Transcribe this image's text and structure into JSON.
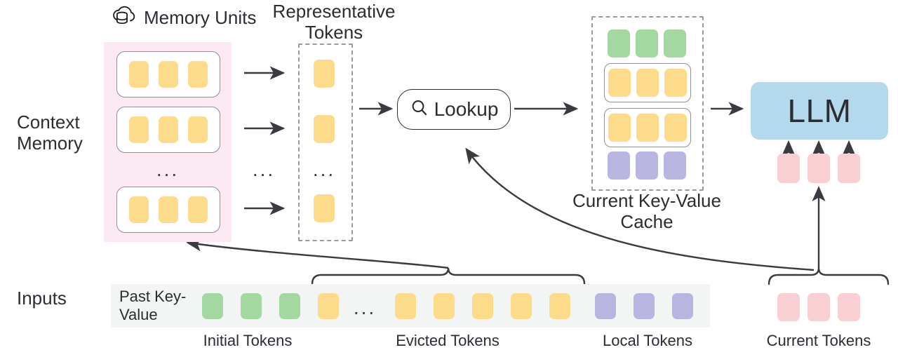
{
  "diagram": {
    "title_icons": {
      "memory_units_icon": "cloud-database-icon"
    },
    "row_labels": {
      "context_memory": "Context\nMemory",
      "inputs": "Inputs"
    },
    "headers": {
      "memory_units": "Memory Units",
      "representative_tokens": "Representative\nTokens",
      "current_kv_cache": "Current Key-Value\nCache"
    },
    "lookup": {
      "label": "Lookup",
      "icon": "search-icon"
    },
    "llm": {
      "label": "LLM"
    },
    "input_strip": {
      "past_key_value_label": "Past\nKey-Value",
      "ellipsis": "...",
      "groups": [
        {
          "name": "initial",
          "caption": "Initial Tokens",
          "color": "#a3d9a0",
          "count": 3
        },
        {
          "name": "evicted",
          "caption": "Evicted Tokens",
          "color": "#fcdc8b",
          "count": 6
        },
        {
          "name": "local",
          "caption": "Local Tokens",
          "color": "#b8b5e1",
          "count": 3
        },
        {
          "name": "current",
          "caption": "Current Tokens",
          "color": "#f9cfd3",
          "count": 3
        }
      ]
    },
    "context_memory": {
      "units": [
        {
          "tokens": 3,
          "color": "#fcdc8b"
        },
        {
          "tokens": 3,
          "color": "#fcdc8b"
        },
        {
          "tokens": 3,
          "color": "#fcdc8b"
        }
      ],
      "ellipsis": "...",
      "pane_color": "#fbeaf4"
    },
    "representative_tokens": {
      "tokens": 3,
      "color": "#fcdc8b",
      "ellipsis": "..."
    },
    "kv_cache": {
      "rows": [
        {
          "name": "initial-tokens-row",
          "color": "#a3d9a0",
          "count": 3,
          "boxed": false
        },
        {
          "name": "retrieved-tokens-row-1",
          "color": "#fcdc8b",
          "count": 3,
          "boxed": true
        },
        {
          "name": "retrieved-tokens-row-2",
          "color": "#fcdc8b",
          "count": 3,
          "boxed": true
        },
        {
          "name": "local-tokens-row",
          "color": "#b8b5e1",
          "count": 3,
          "boxed": false
        }
      ]
    },
    "colors": {
      "yellow": "#fcdc8b",
      "green": "#a3d9a0",
      "purple": "#b8b5e1",
      "red": "#f9cfd3",
      "pink_pane": "#fbeaf4",
      "blue_llm": "#b4d8ec",
      "grey_strip": "#f2f5f3",
      "stroke": "#3a3a40"
    },
    "arrow_ellipsis": "..."
  }
}
